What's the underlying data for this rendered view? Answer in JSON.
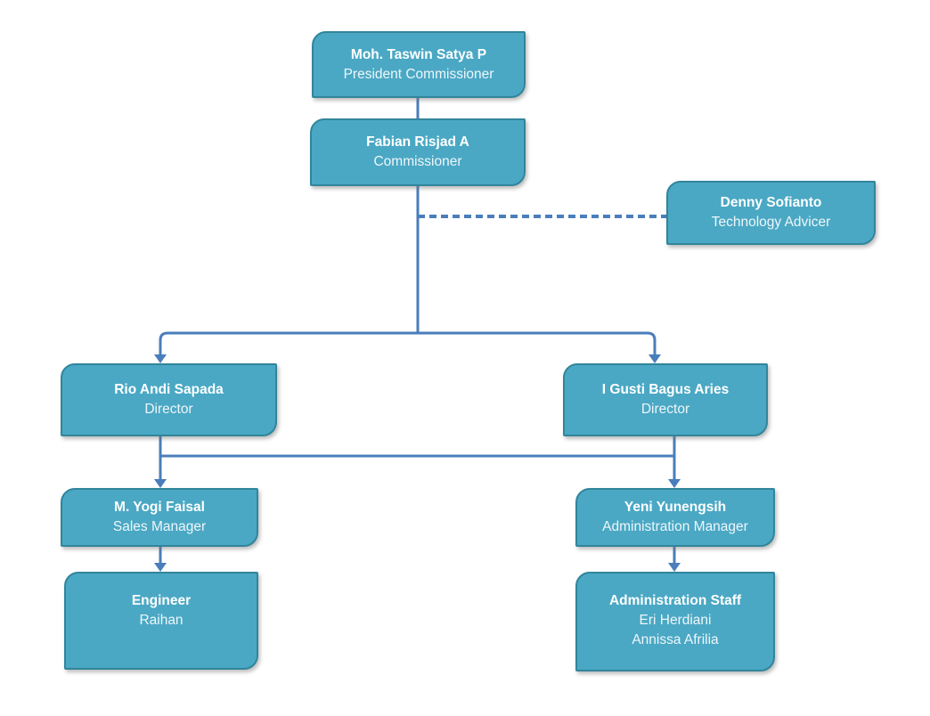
{
  "chart": {
    "type": "org-chart"
  },
  "colors": {
    "box_fill": "#4aa8c4",
    "box_border": "#31859b",
    "box_text": "#ffffff",
    "connector": "#4a7ebb",
    "background": "#ffffff"
  },
  "nodes": {
    "president": {
      "name": "Moh. Taswin Satya P",
      "role": "President Commissioner"
    },
    "commissioner": {
      "name": "Fabian Risjad A",
      "role": "Commissioner"
    },
    "advisor": {
      "name": "Denny Sofianto",
      "role": "Technology Advicer"
    },
    "director_left": {
      "name": "Rio Andi Sapada",
      "role": "Director"
    },
    "director_right": {
      "name": "I Gusti Bagus Aries",
      "role": "Director"
    },
    "sales_manager": {
      "name": "M. Yogi Faisal",
      "role": "Sales Manager"
    },
    "admin_manager": {
      "name": "Yeni Yunengsih",
      "role": "Administration Manager"
    },
    "engineer": {
      "name": "Engineer",
      "members": [
        "Raihan"
      ]
    },
    "admin_staff": {
      "name": "Administration Staff",
      "members": [
        "Eri Herdiani",
        "Annissa Afrilia"
      ]
    }
  }
}
